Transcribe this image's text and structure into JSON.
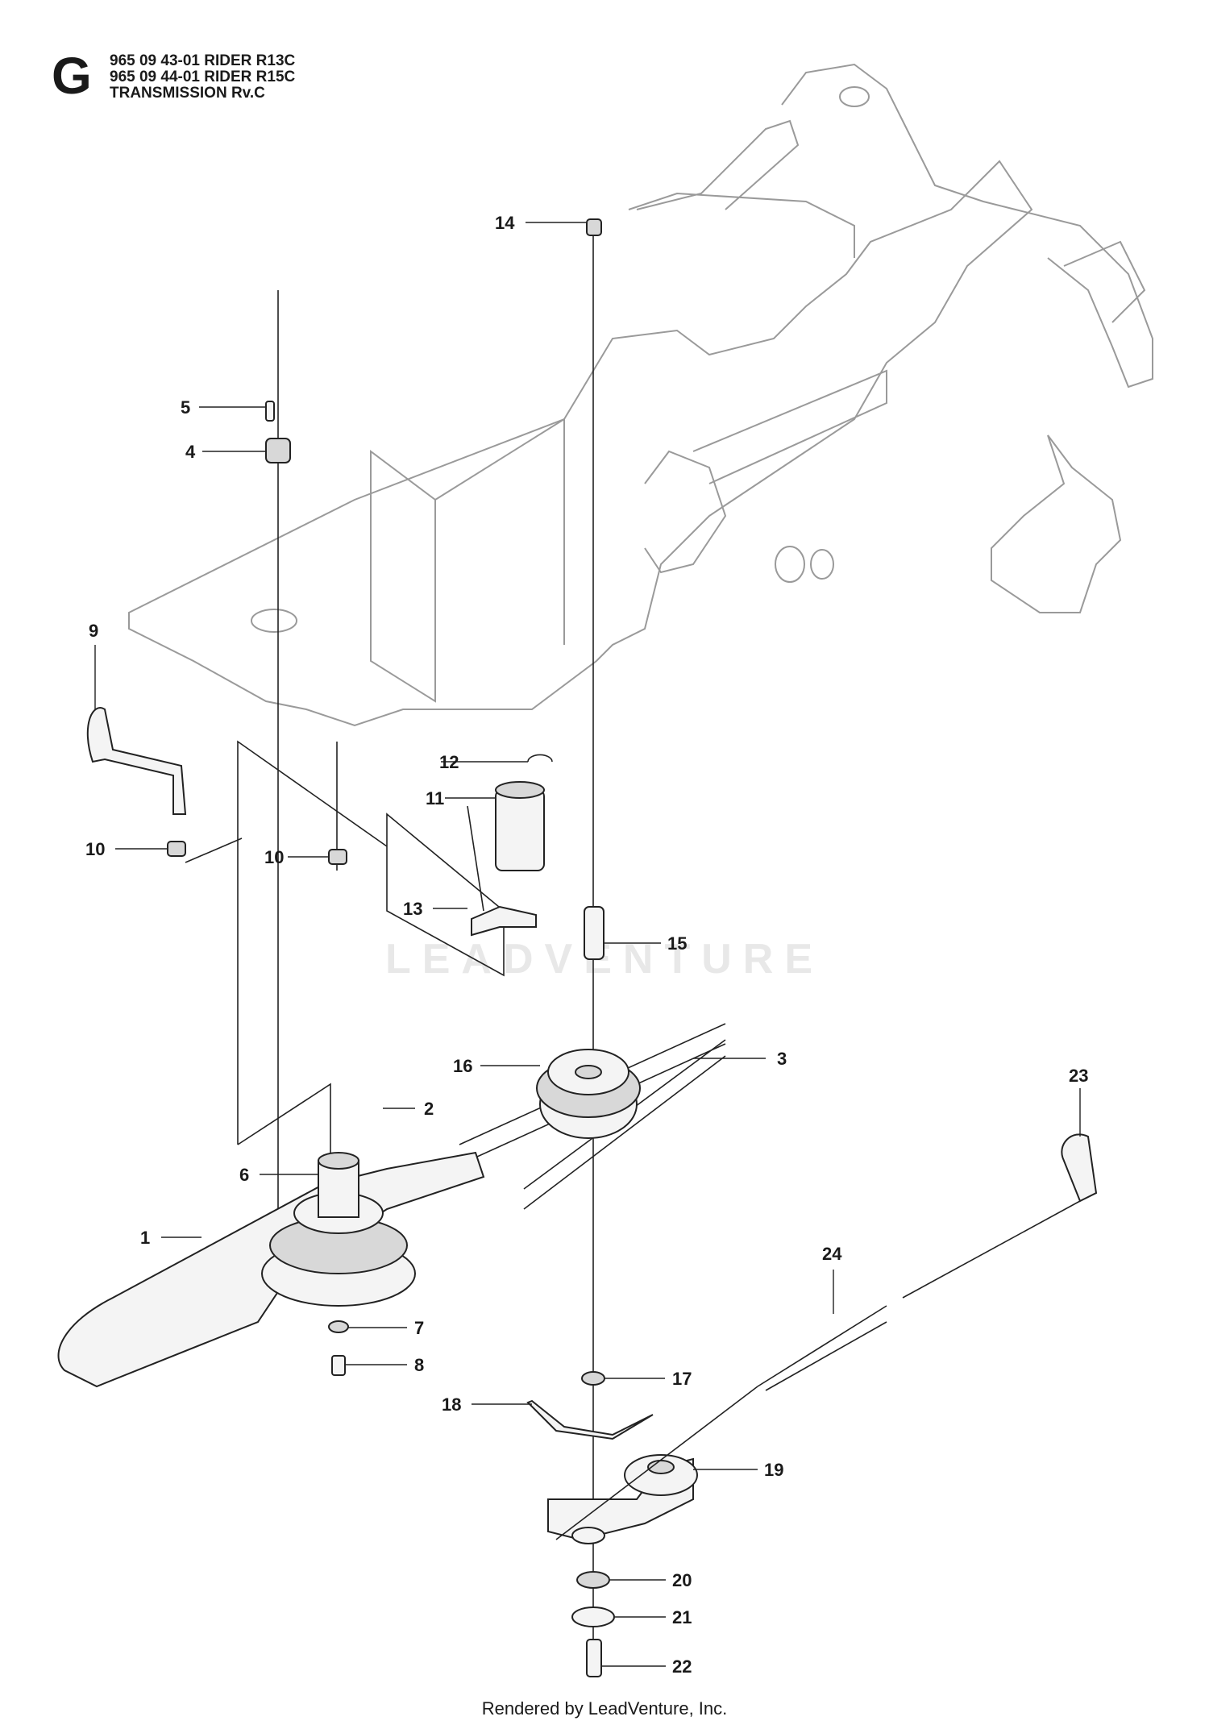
{
  "header": {
    "section_letter": "G",
    "line1": "965 09 43-01 RIDER R13C",
    "line2": "965 09 44-01 RIDER R15C",
    "line3": "TRANSMISSION Rv.C"
  },
  "watermark": "LEADVENTURE",
  "footer": "Rendered by LeadVenture, Inc.",
  "callouts": [
    {
      "id": "c1",
      "label": "1"
    },
    {
      "id": "c2",
      "label": "2"
    },
    {
      "id": "c3",
      "label": "3"
    },
    {
      "id": "c4",
      "label": "4"
    },
    {
      "id": "c5",
      "label": "5"
    },
    {
      "id": "c6",
      "label": "6"
    },
    {
      "id": "c7",
      "label": "7"
    },
    {
      "id": "c8",
      "label": "8"
    },
    {
      "id": "c9",
      "label": "9"
    },
    {
      "id": "c10a",
      "label": "10"
    },
    {
      "id": "c10b",
      "label": "10"
    },
    {
      "id": "c11",
      "label": "11"
    },
    {
      "id": "c12",
      "label": "12"
    },
    {
      "id": "c13",
      "label": "13"
    },
    {
      "id": "c14",
      "label": "14"
    },
    {
      "id": "c15",
      "label": "15"
    },
    {
      "id": "c16",
      "label": "16"
    },
    {
      "id": "c17",
      "label": "17"
    },
    {
      "id": "c18",
      "label": "18"
    },
    {
      "id": "c19",
      "label": "19"
    },
    {
      "id": "c20",
      "label": "20"
    },
    {
      "id": "c21",
      "label": "21"
    },
    {
      "id": "c22",
      "label": "22"
    },
    {
      "id": "c23",
      "label": "23"
    },
    {
      "id": "c24",
      "label": "24"
    }
  ]
}
